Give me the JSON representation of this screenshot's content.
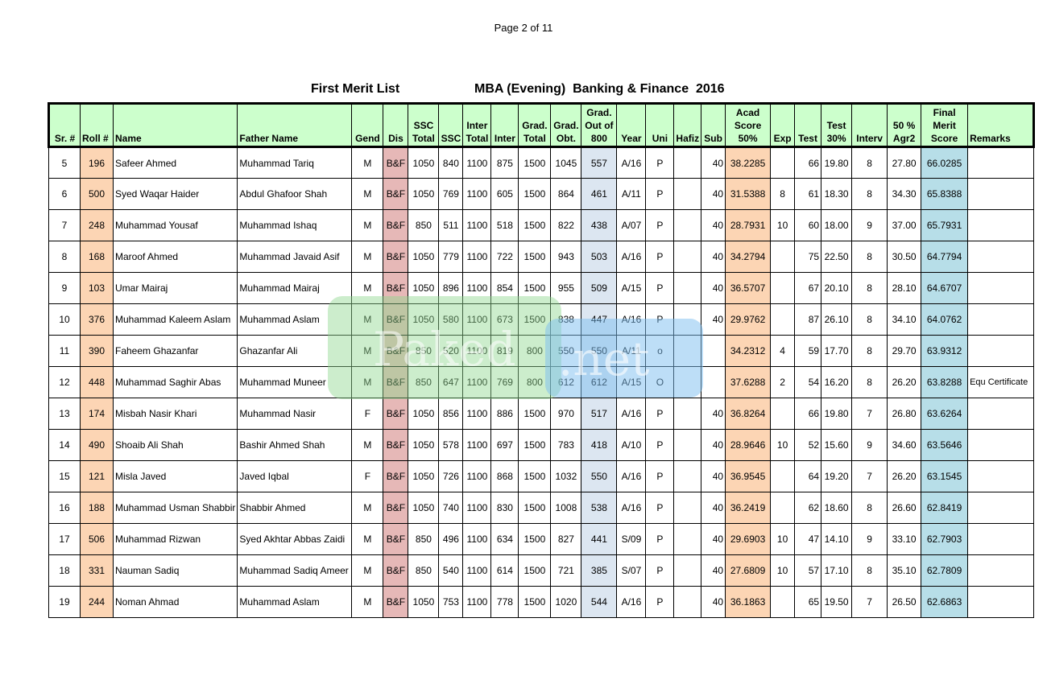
{
  "page_label": "Page 2 of 11",
  "list_title": "First Merit List",
  "program_title": "MBA (Evening)  Banking & Finance  2016",
  "watermark": {
    "left": "Paked",
    "right": ".net"
  },
  "headers": {
    "sr": "Sr. #",
    "roll": "Roll #",
    "name": "Name",
    "father": "Father Name",
    "gend": "Gend",
    "dis": "Dis",
    "ssc_total_1": "SSC",
    "ssc_total_2": "Total",
    "ssc": "SSC",
    "inter_total_1": "Inter",
    "inter_total_2": "Total",
    "inter": "Inter",
    "grad_total_1": "Grad.",
    "grad_total_2": "Total",
    "grad_obt_1": "Grad.",
    "grad_obt_2": "Obt.",
    "grad_800_1": "Grad.",
    "grad_800_2": "Out of",
    "grad_800_3": "800",
    "year": "Year",
    "uni": "Uni",
    "hafiz": "Hafiz",
    "sub": "Sub",
    "acad_1": "Acad",
    "acad_2": "Score",
    "acad_3": "50%",
    "exp": "Exp",
    "test": "Test",
    "test30_1": "Test",
    "test30_2": "30%",
    "interv": "Interv",
    "agr_1": "50 %",
    "agr_2": "Agr2",
    "final_1": "Final",
    "final_2": "Merit",
    "final_3": "Score",
    "remarks": "Remarks"
  },
  "rows": [
    {
      "sr": "5",
      "roll": "196",
      "name": "Safeer Ahmed",
      "father": "Muhammad Tariq",
      "gend": "M",
      "dis": "B&F",
      "ssc_total": "1050",
      "ssc": "840",
      "inter_total": "1100",
      "inter": "875",
      "grad_total": "1500",
      "grad_obt": "1045",
      "grad_800": "557",
      "year": "A/16",
      "uni": "P",
      "hafiz": "",
      "sub": "40",
      "acad": "38.2285",
      "exp": "",
      "test": "66",
      "test30": "19.80",
      "interv": "8",
      "agr": "27.80",
      "final": "66.0285",
      "remarks": ""
    },
    {
      "sr": "6",
      "roll": "500",
      "name": "Syed Waqar Haider",
      "father": "Abdul Ghafoor Shah",
      "gend": "M",
      "dis": "B&F",
      "ssc_total": "1050",
      "ssc": "769",
      "inter_total": "1100",
      "inter": "605",
      "grad_total": "1500",
      "grad_obt": "864",
      "grad_800": "461",
      "year": "A/11",
      "uni": "P",
      "hafiz": "",
      "sub": "40",
      "acad": "31.5388",
      "exp": "8",
      "test": "61",
      "test30": "18.30",
      "interv": "8",
      "agr": "34.30",
      "final": "65.8388",
      "remarks": ""
    },
    {
      "sr": "7",
      "roll": "248",
      "name": "Muhammad Yousaf",
      "father": "Muhammad Ishaq",
      "gend": "M",
      "dis": "B&F",
      "ssc_total": "850",
      "ssc": "511",
      "inter_total": "1100",
      "inter": "518",
      "grad_total": "1500",
      "grad_obt": "822",
      "grad_800": "438",
      "year": "A/07",
      "uni": "P",
      "hafiz": "",
      "sub": "40",
      "acad": "28.7931",
      "exp": "10",
      "test": "60",
      "test30": "18.00",
      "interv": "9",
      "agr": "37.00",
      "final": "65.7931",
      "remarks": ""
    },
    {
      "sr": "8",
      "roll": "168",
      "name": "Maroof Ahmed",
      "father": "Muhammad Javaid Asif",
      "gend": "M",
      "dis": "B&F",
      "ssc_total": "1050",
      "ssc": "779",
      "inter_total": "1100",
      "inter": "722",
      "grad_total": "1500",
      "grad_obt": "943",
      "grad_800": "503",
      "year": "A/16",
      "uni": "P",
      "hafiz": "",
      "sub": "40",
      "acad": "34.2794",
      "exp": "",
      "test": "75",
      "test30": "22.50",
      "interv": "8",
      "agr": "30.50",
      "final": "64.7794",
      "remarks": ""
    },
    {
      "sr": "9",
      "roll": "103",
      "name": "Umar Mairaj",
      "father": "Muhammad Mairaj",
      "gend": "M",
      "dis": "B&F",
      "ssc_total": "1050",
      "ssc": "896",
      "inter_total": "1100",
      "inter": "854",
      "grad_total": "1500",
      "grad_obt": "955",
      "grad_800": "509",
      "year": "A/15",
      "uni": "P",
      "hafiz": "",
      "sub": "40",
      "acad": "36.5707",
      "exp": "",
      "test": "67",
      "test30": "20.10",
      "interv": "8",
      "agr": "28.10",
      "final": "64.6707",
      "remarks": ""
    },
    {
      "sr": "10",
      "roll": "376",
      "name": "Muhammad Kaleem Aslam",
      "father": "Muhammad Aslam",
      "gend": "M",
      "dis": "B&F",
      "ssc_total": "1050",
      "ssc": "580",
      "inter_total": "1100",
      "inter": "673",
      "grad_total": "1500",
      "grad_obt": "838",
      "grad_800": "447",
      "year": "A/16",
      "uni": "P",
      "hafiz": "",
      "sub": "40",
      "acad": "29.9762",
      "exp": "",
      "test": "87",
      "test30": "26.10",
      "interv": "8",
      "agr": "34.10",
      "final": "64.0762",
      "remarks": ""
    },
    {
      "sr": "11",
      "roll": "390",
      "name": "Faheem Ghazanfar",
      "father": "Ghazanfar Ali",
      "gend": "M",
      "dis": "B&F",
      "ssc_total": "850",
      "ssc": "520",
      "inter_total": "1100",
      "inter": "819",
      "grad_total": "800",
      "grad_obt": "550",
      "grad_800": "550",
      "year": "A/11",
      "uni": "o",
      "hafiz": "",
      "sub": "",
      "acad": "34.2312",
      "exp": "4",
      "test": "59",
      "test30": "17.70",
      "interv": "8",
      "agr": "29.70",
      "final": "63.9312",
      "remarks": ""
    },
    {
      "sr": "12",
      "roll": "448",
      "name": "Muhammad Saghir Abas",
      "father": "Muhammad Muneer",
      "gend": "M",
      "dis": "B&F",
      "ssc_total": "850",
      "ssc": "647",
      "inter_total": "1100",
      "inter": "769",
      "grad_total": "800",
      "grad_obt": "612",
      "grad_800": "612",
      "year": "A/15",
      "uni": "O",
      "hafiz": "",
      "sub": "",
      "acad": "37.6288",
      "exp": "2",
      "test": "54",
      "test30": "16.20",
      "interv": "8",
      "agr": "26.20",
      "final": "63.8288",
      "remarks": "Equ Certificate"
    },
    {
      "sr": "13",
      "roll": "174",
      "name": "Misbah Nasir Khari",
      "father": "Muhammad Nasir",
      "gend": "F",
      "dis": "B&F",
      "ssc_total": "1050",
      "ssc": "856",
      "inter_total": "1100",
      "inter": "886",
      "grad_total": "1500",
      "grad_obt": "970",
      "grad_800": "517",
      "year": "A/16",
      "uni": "P",
      "hafiz": "",
      "sub": "40",
      "acad": "36.8264",
      "exp": "",
      "test": "66",
      "test30": "19.80",
      "interv": "7",
      "agr": "26.80",
      "final": "63.6264",
      "remarks": ""
    },
    {
      "sr": "14",
      "roll": "490",
      "name": "Shoaib Ali Shah",
      "father": "Bashir Ahmed Shah",
      "gend": "M",
      "dis": "B&F",
      "ssc_total": "1050",
      "ssc": "578",
      "inter_total": "1100",
      "inter": "697",
      "grad_total": "1500",
      "grad_obt": "783",
      "grad_800": "418",
      "year": "A/10",
      "uni": "P",
      "hafiz": "",
      "sub": "40",
      "acad": "28.9646",
      "exp": "10",
      "test": "52",
      "test30": "15.60",
      "interv": "9",
      "agr": "34.60",
      "final": "63.5646",
      "remarks": ""
    },
    {
      "sr": "15",
      "roll": "121",
      "name": "Misla Javed",
      "father": "Javed Iqbal",
      "gend": "F",
      "dis": "B&F",
      "ssc_total": "1050",
      "ssc": "726",
      "inter_total": "1100",
      "inter": "868",
      "grad_total": "1500",
      "grad_obt": "1032",
      "grad_800": "550",
      "year": "A/16",
      "uni": "P",
      "hafiz": "",
      "sub": "40",
      "acad": "36.9545",
      "exp": "",
      "test": "64",
      "test30": "19.20",
      "interv": "7",
      "agr": "26.20",
      "final": "63.1545",
      "remarks": ""
    },
    {
      "sr": "16",
      "roll": "188",
      "name": "Muhammad Usman Shabbir",
      "father": "Shabbir Ahmed",
      "gend": "M",
      "dis": "B&F",
      "ssc_total": "1050",
      "ssc": "740",
      "inter_total": "1100",
      "inter": "830",
      "grad_total": "1500",
      "grad_obt": "1008",
      "grad_800": "538",
      "year": "A/16",
      "uni": "P",
      "hafiz": "",
      "sub": "40",
      "acad": "36.2419",
      "exp": "",
      "test": "62",
      "test30": "18.60",
      "interv": "8",
      "agr": "26.60",
      "final": "62.8419",
      "remarks": ""
    },
    {
      "sr": "17",
      "roll": "506",
      "name": "Muhammad Rizwan",
      "father": "Syed Akhtar Abbas Zaidi",
      "gend": "M",
      "dis": "B&F",
      "ssc_total": "850",
      "ssc": "496",
      "inter_total": "1100",
      "inter": "634",
      "grad_total": "1500",
      "grad_obt": "827",
      "grad_800": "441",
      "year": "S/09",
      "uni": "P",
      "hafiz": "",
      "sub": "40",
      "acad": "29.6903",
      "exp": "10",
      "test": "47",
      "test30": "14.10",
      "interv": "9",
      "agr": "33.10",
      "final": "62.7903",
      "remarks": ""
    },
    {
      "sr": "18",
      "roll": "331",
      "name": "Nauman Sadiq",
      "father": "Muhammad Sadiq Ameer",
      "gend": "M",
      "dis": "B&F",
      "ssc_total": "850",
      "ssc": "540",
      "inter_total": "1100",
      "inter": "614",
      "grad_total": "1500",
      "grad_obt": "721",
      "grad_800": "385",
      "year": "S/07",
      "uni": "P",
      "hafiz": "",
      "sub": "40",
      "acad": "27.6809",
      "exp": "10",
      "test": "57",
      "test30": "17.10",
      "interv": "8",
      "agr": "35.10",
      "final": "62.7809",
      "remarks": ""
    },
    {
      "sr": "19",
      "roll": "244",
      "name": "Noman Ahmad",
      "father": "Muhammad Aslam",
      "gend": "M",
      "dis": "B&F",
      "ssc_total": "1050",
      "ssc": "753",
      "inter_total": "1100",
      "inter": "778",
      "grad_total": "1500",
      "grad_obt": "1020",
      "grad_800": "544",
      "year": "A/16",
      "uni": "P",
      "hafiz": "",
      "sub": "40",
      "acad": "36.1863",
      "exp": "",
      "test": "65",
      "test30": "19.50",
      "interv": "7",
      "agr": "26.50",
      "final": "62.6863",
      "remarks": ""
    }
  ]
}
